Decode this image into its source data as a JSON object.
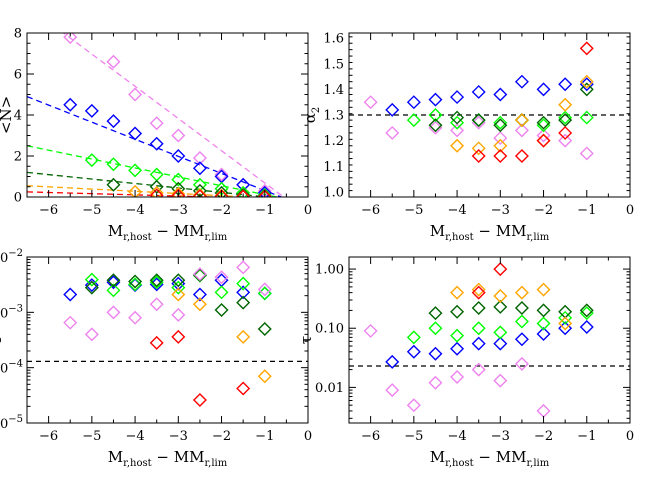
{
  "colors": {
    "red": "#ff0000",
    "orange": "#ffa500",
    "darkgreen": "#006400",
    "green": "#00ff00",
    "blue": "#0000ff",
    "violet": "#ee82ee",
    "reference": "#000000"
  },
  "chart_data": [
    {
      "id": "mean_n",
      "type": "scatter",
      "ylabel": "<N>",
      "xlabel": {
        "main": "M",
        "sub1": "r,host",
        "mid": " − M",
        "sub2": "r,lim"
      },
      "xlim": [
        -6.5,
        0
      ],
      "ylim": [
        0,
        8
      ],
      "ylog": false,
      "xticks": [
        -6,
        -5,
        -4,
        -3,
        -2,
        -1,
        0
      ],
      "yticks": [
        0,
        2,
        4,
        6,
        8
      ],
      "series": [
        {
          "color": "violet",
          "points": [
            [
              -5.5,
              7.8
            ],
            [
              -4.5,
              6.6
            ],
            [
              -4,
              5.0
            ],
            [
              -3.5,
              3.6
            ],
            [
              -3,
              3.0
            ],
            [
              -2.5,
              1.9
            ],
            [
              -2,
              1.1
            ],
            [
              -1.5,
              0.6
            ],
            [
              -1,
              0.3
            ]
          ],
          "fit": [
            [
              -6.1,
              8.7
            ],
            [
              -0.5,
              -0.1
            ]
          ]
        },
        {
          "color": "blue",
          "points": [
            [
              -5.5,
              4.5
            ],
            [
              -5,
              4.2
            ],
            [
              -4.5,
              3.7
            ],
            [
              -4,
              3.1
            ],
            [
              -3.5,
              2.6
            ],
            [
              -3,
              2.0
            ],
            [
              -2.5,
              1.4
            ],
            [
              -2,
              1.0
            ],
            [
              -1.5,
              0.6
            ],
            [
              -1,
              0.2
            ]
          ],
          "fit": [
            [
              -6.5,
              4.9
            ],
            [
              -0.5,
              -0.1
            ]
          ]
        },
        {
          "color": "green",
          "points": [
            [
              -5,
              1.8
            ],
            [
              -4.5,
              1.6
            ],
            [
              -4,
              1.3
            ],
            [
              -3.5,
              1.1
            ],
            [
              -3,
              0.85
            ],
            [
              -2.5,
              0.6
            ],
            [
              -2,
              0.4
            ],
            [
              -1.5,
              0.2
            ],
            [
              -1,
              0.1
            ]
          ],
          "fit": [
            [
              -6.5,
              2.5
            ],
            [
              -0.5,
              -0.1
            ]
          ]
        },
        {
          "color": "darkgreen",
          "points": [
            [
              -4.5,
              0.6
            ],
            [
              -3.5,
              0.5
            ],
            [
              -3,
              0.4
            ],
            [
              -2.5,
              0.3
            ],
            [
              -2,
              0.2
            ],
            [
              -1.5,
              0.1
            ],
            [
              -1,
              0.05
            ]
          ],
          "fit": [
            [
              -6.5,
              1.2
            ],
            [
              -0.5,
              -0.1
            ]
          ]
        },
        {
          "color": "orange",
          "points": [
            [
              -4,
              0.25
            ],
            [
              -3.5,
              0.2
            ],
            [
              -3,
              0.15
            ],
            [
              -2.5,
              0.1
            ],
            [
              -2,
              0.06
            ],
            [
              -1.5,
              0.03
            ],
            [
              -1,
              0.02
            ]
          ],
          "fit": [
            [
              -6.5,
              0.55
            ],
            [
              -0.5,
              -0.1
            ]
          ]
        },
        {
          "color": "red",
          "points": [
            [
              -3.5,
              0.08
            ],
            [
              -3,
              0.06
            ],
            [
              -2.5,
              0.04
            ],
            [
              -2,
              0.03
            ],
            [
              -1.5,
              0.02
            ],
            [
              -1,
              0.01
            ]
          ],
          "fit": [
            [
              -6.5,
              0.25
            ],
            [
              -0.5,
              -0.1
            ]
          ]
        }
      ]
    },
    {
      "id": "alpha2",
      "type": "scatter",
      "ylabel": "α",
      "ylabel_sub": "2",
      "xlabel": {
        "main": "M",
        "sub1": "r,host",
        "mid": " − M",
        "sub2": "r,lim"
      },
      "xlim": [
        -6.5,
        0
      ],
      "ylim": [
        0.98,
        1.62
      ],
      "ylog": false,
      "xticks": [
        -6,
        -5,
        -4,
        -3,
        -2,
        -1,
        0
      ],
      "yticks": [
        1.0,
        1.1,
        1.2,
        1.3,
        1.4,
        1.5,
        1.6
      ],
      "reference_y": 1.3,
      "series": [
        {
          "color": "blue",
          "points": [
            [
              -5.5,
              1.32
            ],
            [
              -5,
              1.35
            ],
            [
              -4.5,
              1.36
            ],
            [
              -4,
              1.37
            ],
            [
              -3.5,
              1.39
            ],
            [
              -3,
              1.38
            ],
            [
              -2.5,
              1.43
            ],
            [
              -2,
              1.4
            ],
            [
              -1.5,
              1.42
            ],
            [
              -1,
              1.42
            ]
          ]
        },
        {
          "color": "violet",
          "points": [
            [
              -6,
              1.35
            ],
            [
              -5.5,
              1.23
            ],
            [
              -4.5,
              1.25
            ],
            [
              -4,
              1.24
            ],
            [
              -3.5,
              1.27
            ],
            [
              -3,
              1.21
            ],
            [
              -2.5,
              1.24
            ],
            [
              -2,
              1.22
            ],
            [
              -1.5,
              1.2
            ],
            [
              -1,
              1.15
            ]
          ]
        },
        {
          "color": "green",
          "points": [
            [
              -5,
              1.28
            ],
            [
              -4.5,
              1.3
            ],
            [
              -4,
              1.27
            ],
            [
              -3.5,
              1.28
            ],
            [
              -3,
              1.27
            ],
            [
              -2.5,
              1.28
            ],
            [
              -2,
              1.26
            ],
            [
              -1.5,
              1.29
            ],
            [
              -1,
              1.29
            ]
          ]
        },
        {
          "color": "darkgreen",
          "points": [
            [
              -4.5,
              1.26
            ],
            [
              -4,
              1.29
            ],
            [
              -3.5,
              1.28
            ],
            [
              -3,
              1.26
            ],
            [
              -2.5,
              1.28
            ],
            [
              -2,
              1.27
            ],
            [
              -1.5,
              1.28
            ],
            [
              -1,
              1.4
            ]
          ]
        },
        {
          "color": "orange",
          "points": [
            [
              -4,
              1.18
            ],
            [
              -3.5,
              1.17
            ],
            [
              -3,
              1.18
            ],
            [
              -2.5,
              1.28
            ],
            [
              -2,
              1.2
            ],
            [
              -1.5,
              1.34
            ],
            [
              -1,
              1.43
            ]
          ]
        },
        {
          "color": "red",
          "points": [
            [
              -3.5,
              1.14
            ],
            [
              -3,
              1.14
            ],
            [
              -2.5,
              1.14
            ],
            [
              -2,
              1.2
            ],
            [
              -1.5,
              1.23
            ],
            [
              -1,
              1.56
            ]
          ]
        }
      ]
    },
    {
      "id": "f",
      "type": "scatter",
      "ylabel": "f",
      "xlabel": {
        "main": "M",
        "sub1": "r,host",
        "mid": " − M",
        "sub2": "r,lim"
      },
      "xlim": [
        -6.5,
        0
      ],
      "ylim": [
        1e-05,
        0.01
      ],
      "ylog": true,
      "xticks": [
        -6,
        -5,
        -4,
        -3,
        -2,
        -1,
        0
      ],
      "yticks": [
        {
          "value": 1e-05,
          "base": "10",
          "exp": "−5"
        },
        {
          "value": 0.0001,
          "base": "10",
          "exp": "−4"
        },
        {
          "value": 0.001,
          "base": "10",
          "exp": "−3"
        },
        {
          "value": 0.01,
          "base": "10",
          "exp": "−2"
        }
      ],
      "reference_y": 0.00013,
      "series": [
        {
          "color": "blue",
          "points": [
            [
              -5.5,
              0.0021
            ],
            [
              -5,
              0.0031
            ],
            [
              -4.5,
              0.0035
            ],
            [
              -4,
              0.0031
            ],
            [
              -3.5,
              0.0032
            ],
            [
              -3,
              0.0033
            ],
            [
              -2.5,
              0.0021
            ],
            [
              -2,
              0.0038
            ],
            [
              -1.5,
              0.0023
            ],
            [
              -1,
              0.0022
            ]
          ]
        },
        {
          "color": "green",
          "points": [
            [
              -5,
              0.0039
            ],
            [
              -4.5,
              0.0025
            ],
            [
              -4,
              0.0032
            ],
            [
              -3.5,
              0.0035
            ],
            [
              -3,
              0.0028
            ],
            [
              -2.5,
              0.0046
            ],
            [
              -2,
              0.0023
            ],
            [
              -1.5,
              0.0033
            ],
            [
              -1,
              0.0022
            ]
          ]
        },
        {
          "color": "darkgreen",
          "points": [
            [
              -5,
              0.0028
            ],
            [
              -4.5,
              0.0038
            ],
            [
              -4,
              0.0036
            ],
            [
              -3.5,
              0.0038
            ],
            [
              -3,
              0.0038
            ],
            [
              -2.5,
              0.0047
            ],
            [
              -2,
              0.0011
            ],
            [
              -1.5,
              0.0015
            ],
            [
              -1,
              0.0005
            ]
          ]
        },
        {
          "color": "violet",
          "points": [
            [
              -5.5,
              0.00065
            ],
            [
              -5,
              0.0004
            ],
            [
              -4.5,
              0.001
            ],
            [
              -4,
              0.0008
            ],
            [
              -3.5,
              0.0014
            ],
            [
              -3,
              0.0009
            ],
            [
              -2.5,
              0.0049
            ],
            [
              -2,
              0.0043
            ],
            [
              -1.5,
              0.0065
            ],
            [
              -1,
              0.0026
            ]
          ]
        },
        {
          "color": "orange",
          "points": [
            [
              -3,
              0.0021
            ],
            [
              -2.5,
              0.0014
            ],
            [
              -1.5,
              0.00036
            ],
            [
              -1,
              7e-05
            ]
          ]
        },
        {
          "color": "red",
          "points": [
            [
              -3.5,
              0.00028
            ],
            [
              -3,
              0.00036
            ],
            [
              -2.5,
              2.6e-05
            ],
            [
              -1.5,
              4.2e-05
            ]
          ]
        }
      ]
    },
    {
      "id": "tau",
      "type": "scatter",
      "ylabel": "τ",
      "xlabel": {
        "main": "M",
        "sub1": "r,host",
        "mid": " − M",
        "sub2": "r,lim"
      },
      "xlim": [
        -6.5,
        0
      ],
      "ylim": [
        0.0025,
        1.6
      ],
      "ylog": true,
      "xticks": [
        -6,
        -5,
        -4,
        -3,
        -2,
        -1,
        0
      ],
      "yticks": [
        {
          "value": 0.01,
          "label": "0.01"
        },
        {
          "value": 0.1,
          "label": "0.10"
        },
        {
          "value": 1,
          "label": "1.00"
        }
      ],
      "reference_y": 0.023,
      "series": [
        {
          "color": "blue",
          "points": [
            [
              -5.5,
              0.027
            ],
            [
              -5,
              0.04
            ],
            [
              -4.5,
              0.037
            ],
            [
              -4,
              0.045
            ],
            [
              -3.5,
              0.055
            ],
            [
              -3,
              0.055
            ],
            [
              -2.5,
              0.065
            ],
            [
              -2,
              0.08
            ],
            [
              -1.5,
              0.1
            ],
            [
              -1,
              0.105
            ]
          ]
        },
        {
          "color": "green",
          "points": [
            [
              -5,
              0.07
            ],
            [
              -4.5,
              0.1
            ],
            [
              -4,
              0.075
            ],
            [
              -3.5,
              0.1
            ],
            [
              -3,
              0.085
            ],
            [
              -2.5,
              0.13
            ],
            [
              -2,
              0.12
            ],
            [
              -1.5,
              0.15
            ],
            [
              -1,
              0.18
            ]
          ]
        },
        {
          "color": "darkgreen",
          "points": [
            [
              -4.5,
              0.18
            ],
            [
              -4,
              0.19
            ],
            [
              -3.5,
              0.22
            ],
            [
              -3,
              0.23
            ],
            [
              -2.5,
              0.22
            ],
            [
              -2,
              0.2
            ],
            [
              -1.5,
              0.19
            ],
            [
              -1,
              0.2
            ]
          ]
        },
        {
          "color": "orange",
          "points": [
            [
              -4,
              0.4
            ],
            [
              -3.5,
              0.45
            ],
            [
              -3,
              0.35
            ],
            [
              -2.5,
              0.4
            ],
            [
              -2,
              0.45
            ],
            [
              -1.5,
              0.12
            ]
          ]
        },
        {
          "color": "red",
          "points": [
            [
              -3.5,
              0.4
            ],
            [
              -3,
              1.0
            ]
          ]
        },
        {
          "color": "violet",
          "points": [
            [
              -6,
              0.09
            ],
            [
              -5.5,
              0.009
            ],
            [
              -5,
              0.005
            ],
            [
              -4.5,
              0.012
            ],
            [
              -4,
              0.015
            ],
            [
              -3.5,
              0.02
            ],
            [
              -3,
              0.013
            ],
            [
              -2.5,
              0.025
            ],
            [
              -2,
              0.004
            ]
          ]
        }
      ]
    }
  ]
}
